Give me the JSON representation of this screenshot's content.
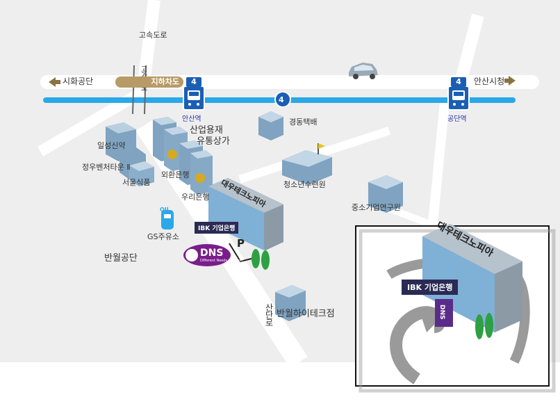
{
  "map": {
    "roads": {
      "expressway": "고속도로",
      "overpass": "고가차도",
      "underpass": "지하차도",
      "west_destination": "시화공단",
      "east_destination": "안산시청",
      "street": "산단로"
    },
    "subway": {
      "line_number": "4",
      "stations": [
        "안산역",
        "공단역"
      ]
    },
    "places": {
      "ilseong": "일성신약",
      "jeongwoo": "정우벤처타운 Ⅱ",
      "seoul_food": "서울식품",
      "industrial_mall_1": "산업용재",
      "industrial_mall_2": "유통상가",
      "exchange_bank": "외환은행",
      "woori_bank": "우리은행",
      "gyeongdong": "경동택배",
      "youth_center": "청소년수련원",
      "sme_institute": "중소기업연구원",
      "gs_station": "GS주유소",
      "oil_sign": "OIL",
      "banwol_complex": "반월공단",
      "hitech_store": "반월하이테크점"
    },
    "target": {
      "building_name": "대우테크노피아",
      "bank_label": "IBK 기업은행",
      "parking": "P",
      "company_logo": "DNS",
      "company_tagline": "Different Needs Solution"
    }
  },
  "colors": {
    "road": "#ffffff",
    "ground": "#eeeeee",
    "subway_line": "#2aa8e8",
    "line_badge": "#1a5fb4",
    "tunnel": "#b79a66",
    "arrow": "#8b7244",
    "bank_tag": "#2a2a55",
    "logo_purple": "#7a1d8a",
    "tree": "#2ea043"
  },
  "icons": [
    "subway-train-icon",
    "car-icon",
    "arrow-left-icon",
    "arrow-right-icon",
    "fuel-pump-icon",
    "parking-icon",
    "tree-icon",
    "building-icon",
    "flag-icon",
    "dollar-sign-icon"
  ]
}
